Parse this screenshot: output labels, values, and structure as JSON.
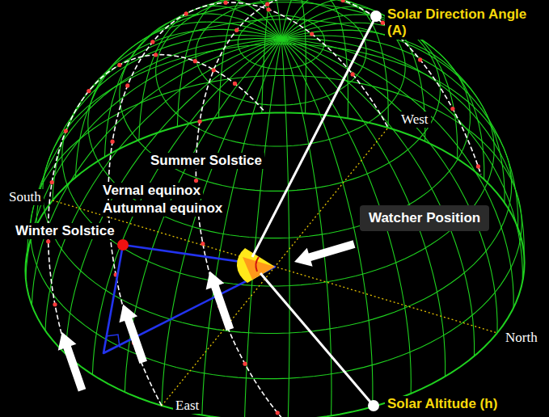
{
  "diagram": {
    "nodes": [
      {
        "text": [
          "Watcher Position"
        ]
      }
    ],
    "labels": [
      "Solar Direction Angle (A)",
      "West",
      "Summer Solstice",
      "South",
      "Vernal equinox",
      "Autumnal equinox",
      "Winter Solstice",
      "North",
      "East",
      "Solar Altitude (h)"
    ]
  }
}
